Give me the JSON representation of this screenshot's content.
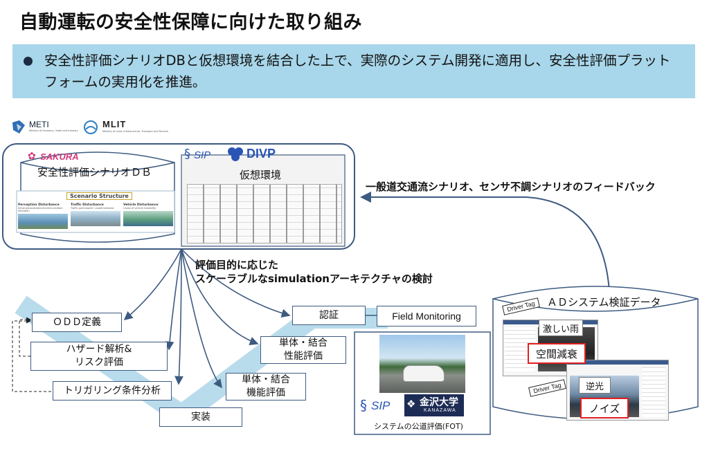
{
  "title": "自動運転の安全性保障に向けた取り組み",
  "bullet": "安全性評価シナリオDBと仮想環境を結合した上で、実際のシステム開発に適用し、安全性評価プラットフォームの実用化を推進。",
  "logos": {
    "meti": "METI",
    "meti_sub": "Ministry of Economy, Trade and Industry",
    "mlit": "MLIT",
    "mlit_sub": "Ministry of Land, Infrastructure, Transport and Tourism",
    "sakura": "SAKURA",
    "sip": "SIP",
    "divp": "DIVP",
    "kanazawa": "金沢大学",
    "kanazawa_en": "KANAZAWA"
  },
  "sakura_db": {
    "label": "安全性評価シナリオＤＢ",
    "structure_title": "Scenario Structure",
    "panels": [
      {
        "title": "Perception Disturbance",
        "sub": "Sensing/Localization/Communication limitation"
      },
      {
        "title": "Traffic Disturbance",
        "sub": "Traffic participants' unsafe behavior"
      },
      {
        "title": "Vehicle Disturbance",
        "sub": "Cause of vehicle instability"
      }
    ]
  },
  "virtual_env": {
    "label": "仮想環境"
  },
  "feedback_label": "一般道交通流シナリオ、センサ不調シナリオのフィードバック",
  "arch_label": {
    "line1": "評価目的に応じた",
    "line2": "スケーラブルなsimulationアーキテクチャの検討"
  },
  "process": {
    "odd": "ＯＤＤ定義",
    "hazard1": "ハザード解析&",
    "hazard2": "リスク評価",
    "trigger": "トリガリング条件分析",
    "impl": "実装",
    "func1": "単体・結合",
    "func2": "機能評価",
    "perf1": "単体・結合",
    "perf2": "性能評価",
    "cert": "認証",
    "field": "Field Monitoring"
  },
  "fot": {
    "caption": "システムの公道評価(FOT)"
  },
  "ad_db": {
    "label": "ＡＤシステム検証データ",
    "tag1": "Driver Tag",
    "tag2": "Driver Tag",
    "item_rain": "激しい雨",
    "item_spatial": "空間減衰",
    "item_backlight": "逆光",
    "item_noise": "ノイズ"
  },
  "colors": {
    "accent": "#3d5a80",
    "bullet_bg": "#a8d6ea",
    "ribbon": "#b9dcec",
    "red": "#e02020",
    "divp": "#2a55b5"
  }
}
